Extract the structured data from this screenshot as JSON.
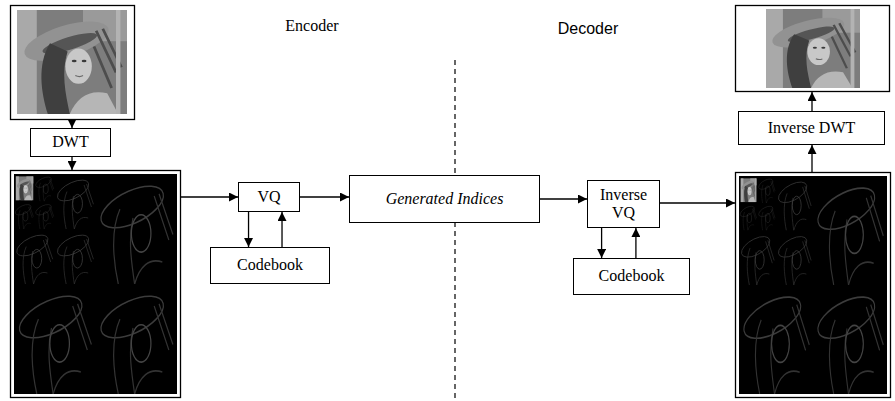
{
  "diagram": {
    "nodes": [
      {
        "text": [
          "DWT"
        ]
      },
      {
        "text": [
          "VQ"
        ]
      },
      {
        "text": [
          "Codebook"
        ]
      },
      {
        "text": [
          "Generated Indices"
        ]
      },
      {
        "text": [
          "Inverse VQ"
        ]
      },
      {
        "text": [
          "Codebook"
        ]
      },
      {
        "text": [
          "Inverse DWT"
        ]
      }
    ],
    "edges": [
      {
        "from": 1,
        "to": 2,
        "arrow": "to"
      },
      {
        "from": 2,
        "to": 1,
        "arrow": "to"
      },
      {
        "from": 1,
        "to": 3,
        "arrow": "to"
      },
      {
        "from": 3,
        "to": 4,
        "arrow": "to"
      },
      {
        "from": 4,
        "to": 5,
        "arrow": "to"
      },
      {
        "from": 5,
        "to": 4,
        "arrow": "to"
      }
    ],
    "labels": [
      "Encoder",
      "Decoder"
    ]
  }
}
